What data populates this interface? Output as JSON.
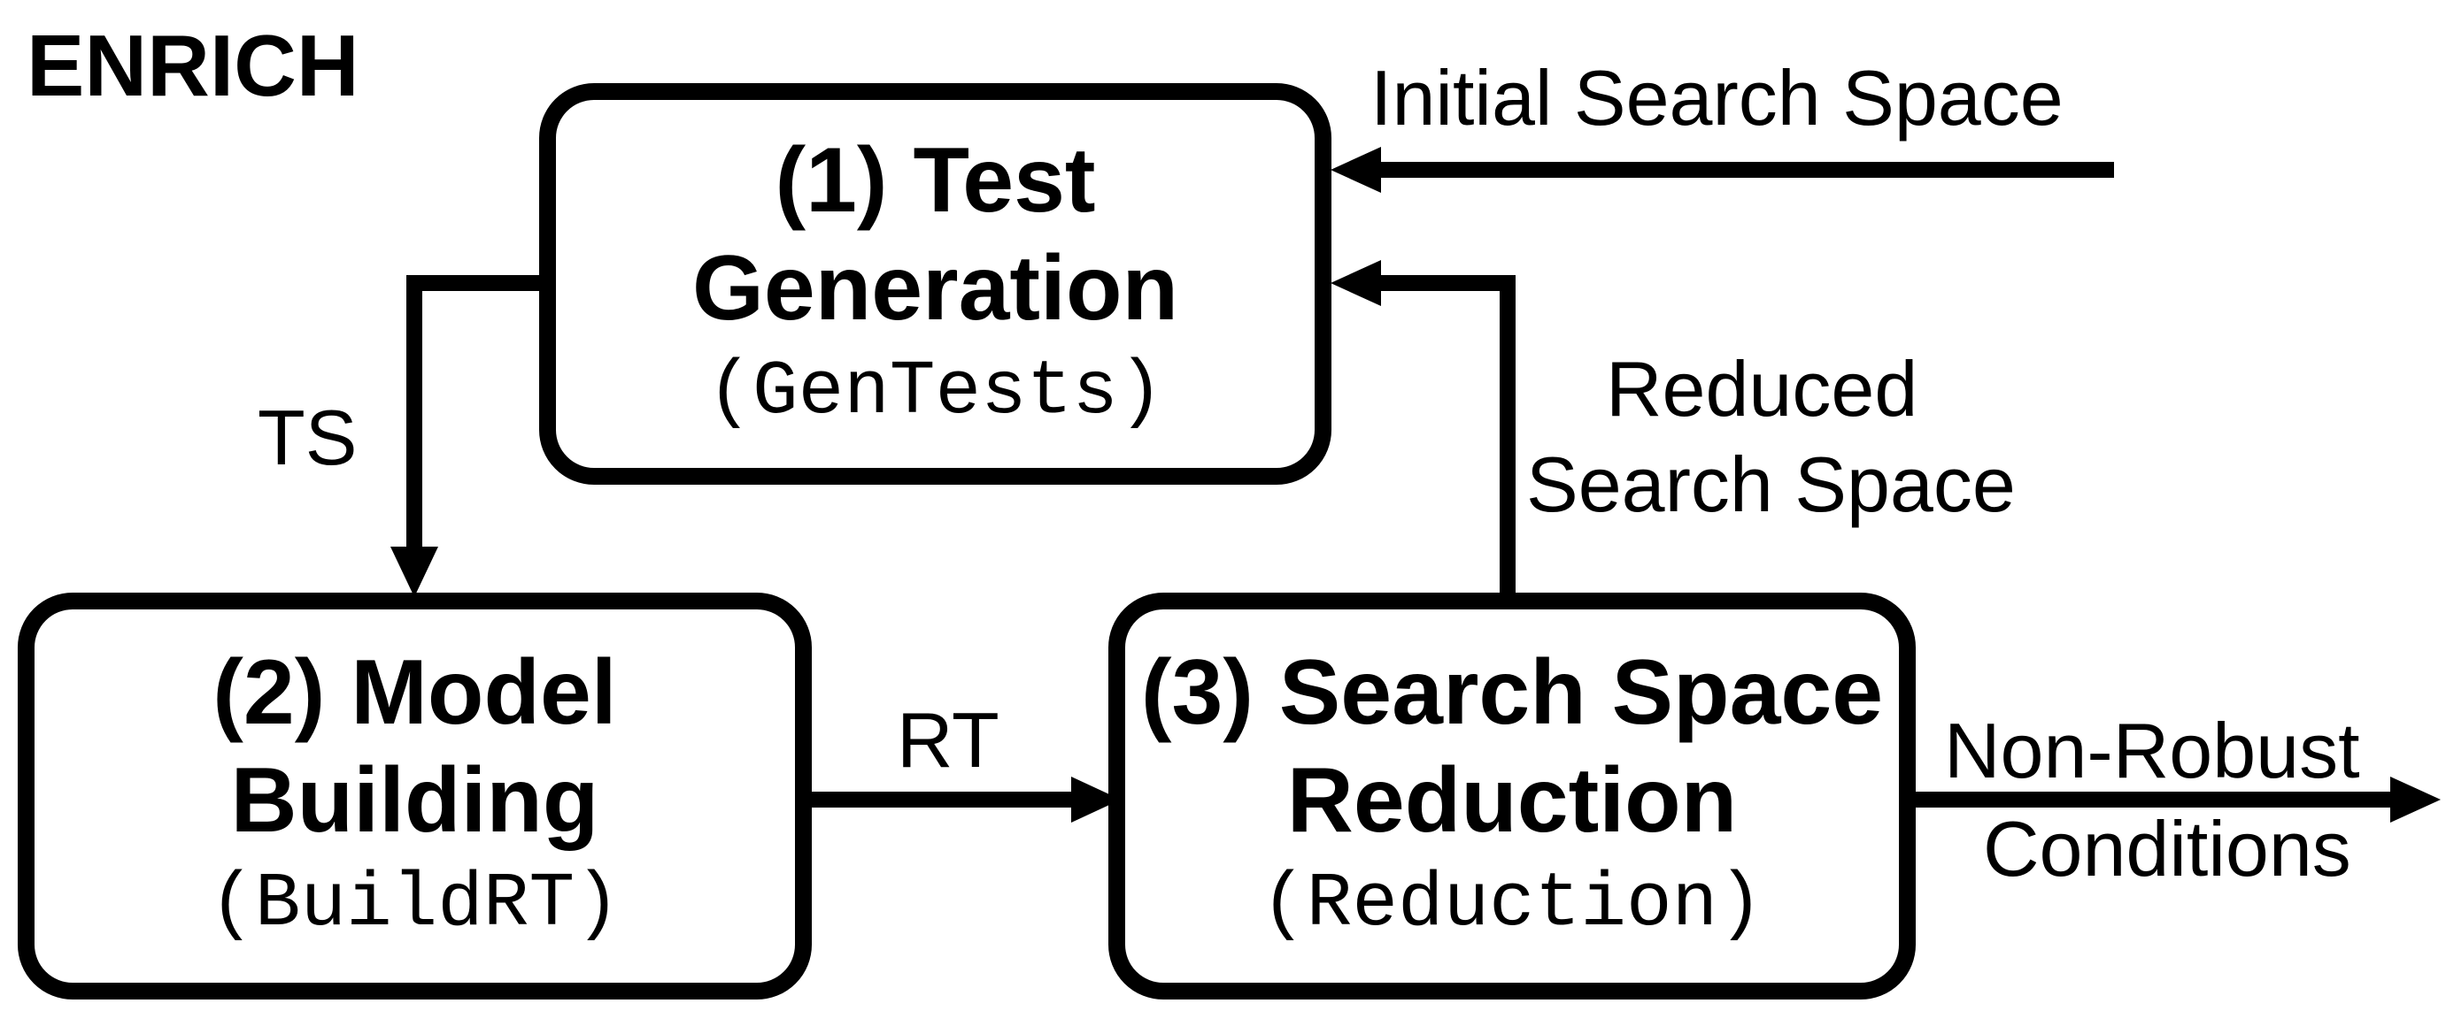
{
  "heading": "ENRICH",
  "boxes": {
    "test_generation": {
      "title_line1": "(1) Test",
      "title_line2": "Generation",
      "function": "(GenTests)"
    },
    "model_building": {
      "title_line1": "(2) Model",
      "title_line2": "Building",
      "function": "(BuildRT)"
    },
    "search_space_reduction": {
      "title_line1": "(3) Search Space",
      "title_line2": "Reduction",
      "function": "(Reduction)"
    }
  },
  "edges": {
    "initial_search_space": "Initial Search Space",
    "ts": "TS",
    "rt": "RT",
    "reduced_line1": "Reduced",
    "reduced_line2": "Search Space",
    "non_robust_line1": "Non-Robust",
    "non_robust_line2": "Conditions"
  },
  "colors": {
    "stroke": "#000000",
    "background": "#ffffff"
  }
}
